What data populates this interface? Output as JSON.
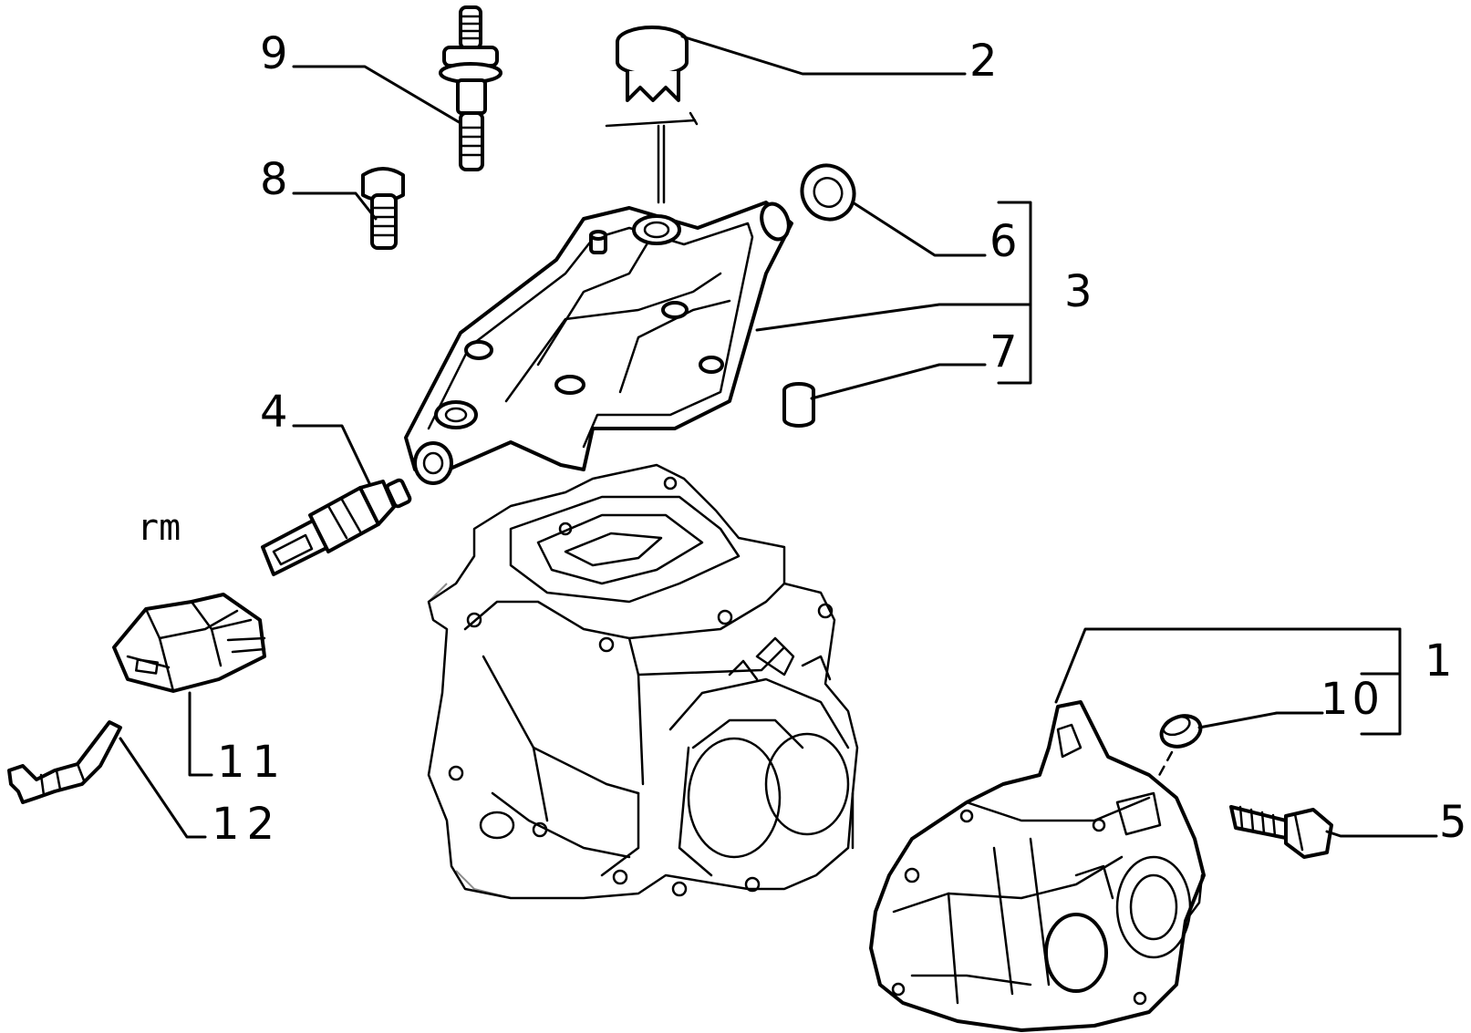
{
  "diagram": {
    "extra_label": "rm",
    "callouts": [
      {
        "id": "1",
        "text": "1"
      },
      {
        "id": "2",
        "text": "2"
      },
      {
        "id": "3",
        "text": "3"
      },
      {
        "id": "4",
        "text": "4"
      },
      {
        "id": "5",
        "text": "5"
      },
      {
        "id": "6",
        "text": "6"
      },
      {
        "id": "7",
        "text": "7"
      },
      {
        "id": "8",
        "text": "8"
      },
      {
        "id": "9",
        "text": "9"
      },
      {
        "id": "10",
        "text": "10"
      },
      {
        "id": "11",
        "text": "11"
      },
      {
        "id": "12",
        "text": "12"
      }
    ]
  }
}
